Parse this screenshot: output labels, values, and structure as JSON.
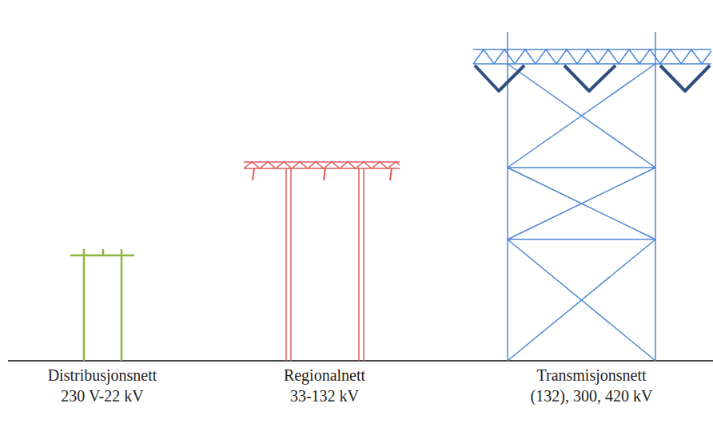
{
  "diagram": {
    "labels": [
      "Distribusjonsnett",
      "230 V-22 kV",
      "Regionalnett",
      "33-132 kV",
      "Transmisjonsnett",
      "(132), 300, 420 kV"
    ]
  }
}
